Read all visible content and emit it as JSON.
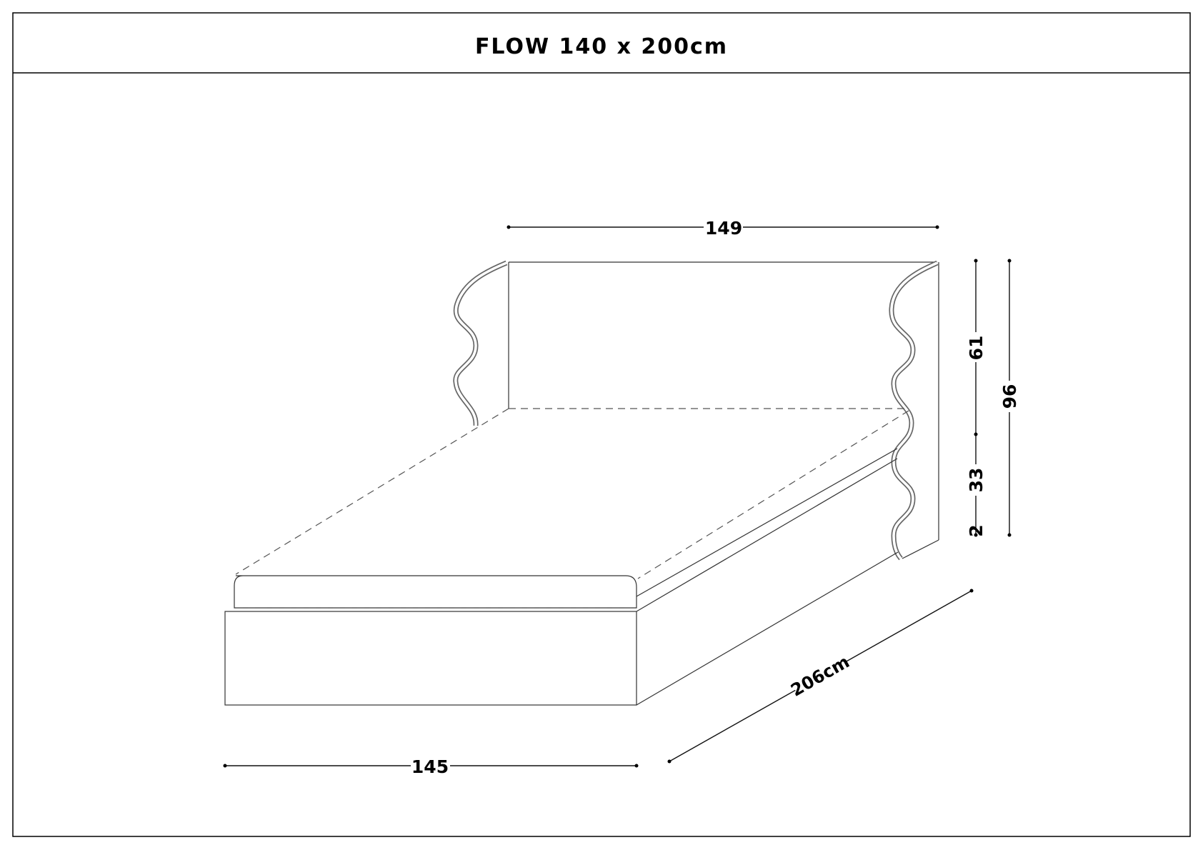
{
  "title": "FLOW 140 x 200cm",
  "dimensions": {
    "headboard_width": "149",
    "headboard_height": "61",
    "base_height": "33",
    "leg_height": "2",
    "total_height": "96",
    "total_length": "206cm",
    "total_width": "145"
  }
}
